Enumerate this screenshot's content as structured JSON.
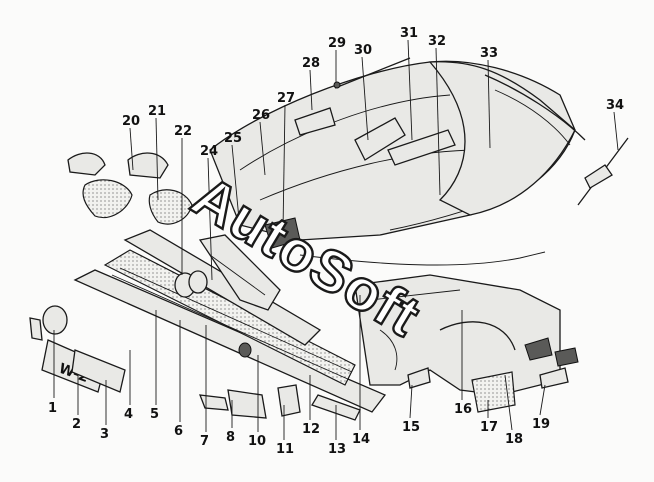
{
  "watermark": "AutoSoft",
  "callouts": [
    "1",
    "2",
    "3",
    "4",
    "5",
    "6",
    "7",
    "8",
    "10",
    "11",
    "12",
    "13",
    "14",
    "15",
    "16",
    "17",
    "18",
    "19",
    "20",
    "21",
    "22",
    "24",
    "25",
    "26",
    "27",
    "28",
    "29",
    "30",
    "31",
    "32",
    "33",
    "34"
  ],
  "colors": {
    "ink": "#1a1a1a",
    "paper": "#fbfbfa",
    "part_fill": "#e9e9e6"
  }
}
